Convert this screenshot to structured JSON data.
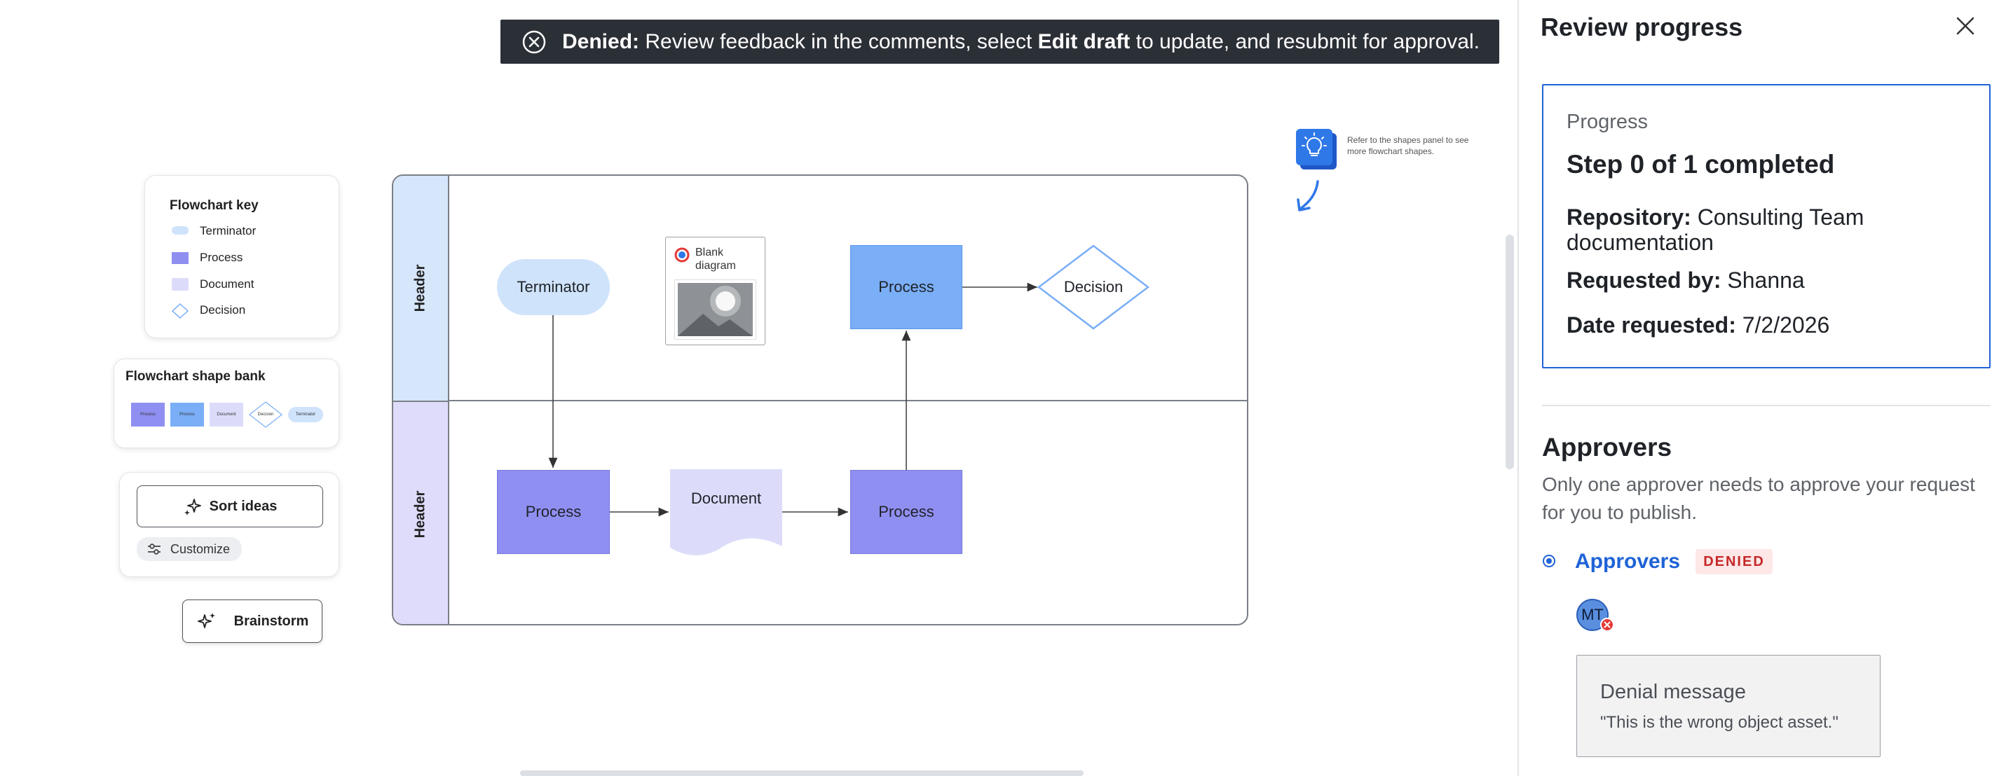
{
  "banner": {
    "status": "Denied:",
    "message_a": "Review feedback in the comments, select",
    "action": "Edit draft",
    "message_b": "to update, and resubmit for approval."
  },
  "hint": {
    "text": "Refer to the shapes panel to see more flowchart shapes."
  },
  "flowchart_key": {
    "title": "Flowchart key",
    "items": [
      "Terminator",
      "Process",
      "Document",
      "Decision"
    ]
  },
  "shape_bank": {
    "title": "Flowchart shape bank",
    "items": [
      "Process",
      "Process",
      "Document",
      "Decision",
      "Terminator"
    ]
  },
  "sort_ideas": {
    "label": "Sort ideas",
    "customize": "Customize"
  },
  "brainstorm": {
    "label": "Brainstorm"
  },
  "diagram": {
    "lanes": [
      "Header",
      "Header"
    ],
    "terminator": "Terminator",
    "blank_diagram": "Blank diagram",
    "process_top": "Process",
    "decision": "Decision",
    "process_bottom_left": "Process",
    "document": "Document",
    "process_bottom_right": "Process"
  },
  "panel": {
    "title": "Review progress",
    "progress_label": "Progress",
    "step": "Step 0 of 1 completed",
    "repository_label": "Repository:",
    "repository_value": "Consulting Team documentation",
    "requested_by_label": "Requested by:",
    "requested_by_value": "Shanna",
    "date_label": "Date requested:",
    "date_value": "7/2/2026",
    "approvers_title": "Approvers",
    "approvers_desc": "Only one approver needs to approve your request for you to publish.",
    "approvers_link": "Approvers",
    "status_badge": "DENIED",
    "avatar_initials": "MT",
    "denial_title": "Denial message",
    "denial_text": "\"This is the wrong object asset.\""
  },
  "colors": {
    "process_dark": "#8f8ff2",
    "process_light": "#7aaef7",
    "document": "#dcdcfa",
    "terminator": "#cfe3fb",
    "lane_top": "#d6e6fb",
    "lane_bottom": "#dedcfa",
    "accent": "#1f63d6",
    "denied": "#c62828"
  }
}
